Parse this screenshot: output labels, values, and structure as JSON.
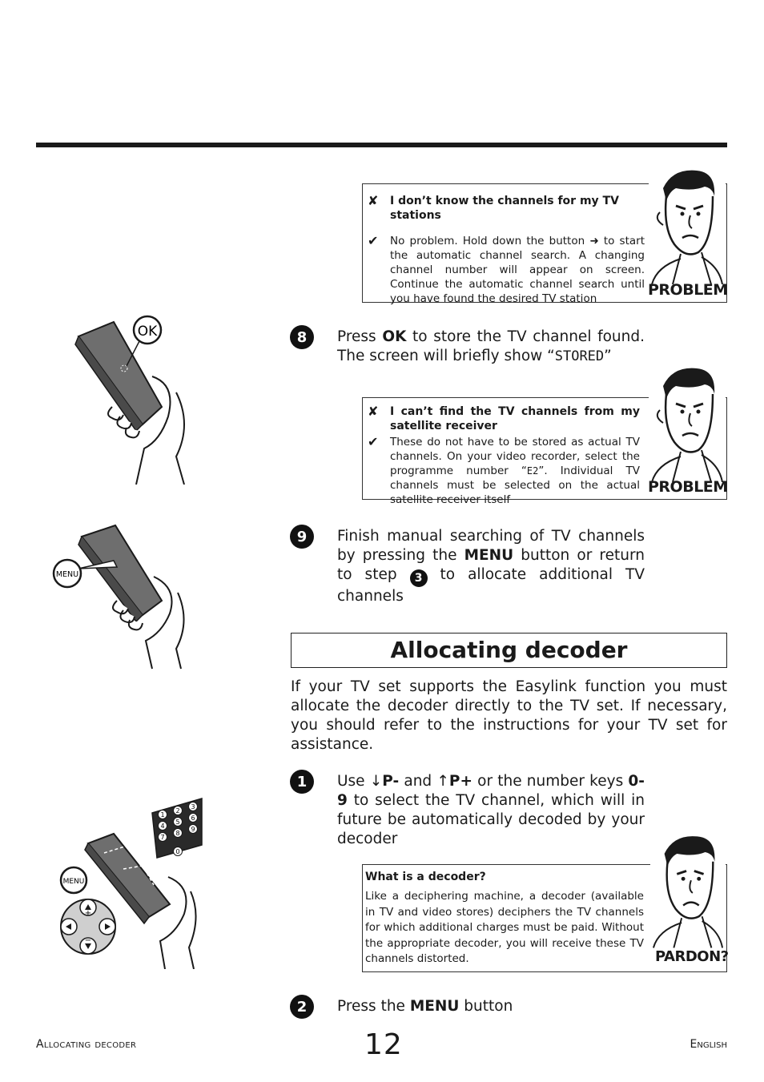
{
  "callouts": {
    "problem1": {
      "question": "I don’t know the channels for my TV stations",
      "answer_before": "No problem. Hold down the button",
      "answer_after": "to start the automatic channel search. A changing channel number will appear on screen. Continue the automatic channel search until you have found the desired TV station",
      "label": "PROBLEM"
    },
    "problem2": {
      "question": "I can’t find the TV channels from my satellite receiver",
      "answer_before": "These do not have to be stored as actual TV channels. On your video recorder, select the programme number “",
      "display": "E2",
      "answer_after": "”. Individual TV channels must be selected on the actual satellite receiver itself",
      "label": "PROBLEM"
    },
    "pardon": {
      "question": "What is a decoder?",
      "answer": "Like a deciphering machine, a decoder (available in TV and video stores) deciphers the TV channels for which additional charges must be paid. Without the appropriate decoder, you will receive these TV channels distorted.",
      "label": "PARDON?"
    }
  },
  "steps": {
    "s8": {
      "num": "8",
      "t1": "Press",
      "k1": "OK",
      "t2": "to store the TV channel found. The screen will briefly show “",
      "display": "STORED",
      "t3": "”"
    },
    "s9": {
      "num": "9",
      "t1": "Finish manual searching of TV channels by pressing the",
      "k1": "MENU",
      "t2": "button or return to step",
      "ref": "3",
      "t3": "to allocate additional TV channels"
    },
    "d1": {
      "num": "1",
      "t1": "Use",
      "k1": "P-",
      "t2": "and",
      "k2": "P+",
      "t3": "or the number keys",
      "k3": "0-9",
      "t4": "to select the TV channel, which will in future be automatically decoded by your decoder"
    },
    "d2": {
      "num": "2",
      "t1": "Press the",
      "k1": "MENU",
      "t2": "button"
    }
  },
  "section": {
    "title": "Allocating decoder",
    "intro": "If your TV set supports the Easylink function you must allocate the decoder directly to the TV set. If necessary, you should refer to the instructions for your TV set for assistance."
  },
  "illustrations": {
    "ok_label": "OK",
    "menu_label": "MENU",
    "keypad": [
      "1",
      "2",
      "3",
      "4",
      "5",
      "6",
      "7",
      "8",
      "9",
      "0"
    ]
  },
  "footer": {
    "left": "Allocating decoder",
    "page": "12",
    "right": "English"
  }
}
